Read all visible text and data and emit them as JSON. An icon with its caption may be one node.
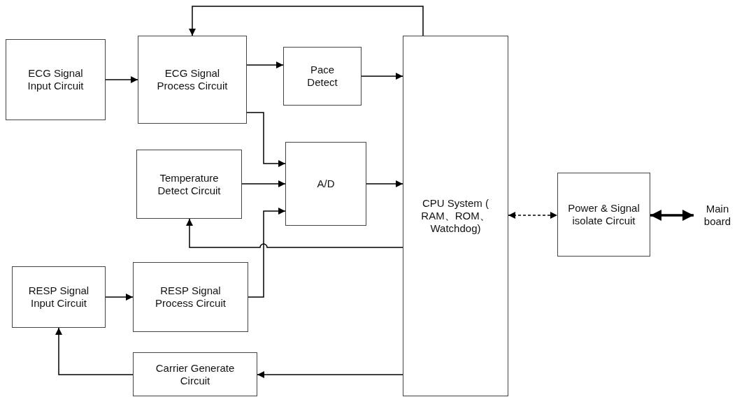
{
  "diagram": {
    "nodes": [
      {
        "text": [
          "ECG Signal Input Circuit"
        ]
      },
      {
        "text": [
          "ECG Signal Process Circuit"
        ]
      },
      {
        "text": [
          "Pace Detect"
        ]
      },
      {
        "text": [
          "A/D"
        ]
      },
      {
        "text": [
          "Temperature Detect Circuit"
        ]
      },
      {
        "text": [
          "CPU System ( RAM、ROM、 Watchdog)"
        ]
      },
      {
        "text": [
          "RESP Signal Input Circuit"
        ]
      },
      {
        "text": [
          "RESP Signal Process Circuit"
        ]
      },
      {
        "text": [
          "Carrier Generate Circuit"
        ]
      },
      {
        "text": [
          "Power & Signal isolate Circuit"
        ]
      },
      {
        "text": [
          "Main board"
        ]
      }
    ],
    "edges": [
      {
        "from": 0,
        "to": 1,
        "arrow": "to"
      },
      {
        "from": 1,
        "to": 2,
        "arrow": "to"
      },
      {
        "from": 2,
        "to": 5,
        "arrow": "to"
      },
      {
        "from": 1,
        "to": 3,
        "arrow": "to"
      },
      {
        "from": 4,
        "to": 3,
        "arrow": "to"
      },
      {
        "from": 7,
        "to": 3,
        "arrow": "to"
      },
      {
        "from": 3,
        "to": 5,
        "arrow": "to"
      },
      {
        "from": 5,
        "to": 1,
        "arrow": "to"
      },
      {
        "from": 5,
        "to": 4,
        "arrow": "to"
      },
      {
        "from": 6,
        "to": 7,
        "arrow": "to"
      },
      {
        "from": 5,
        "to": 8,
        "arrow": "to"
      },
      {
        "from": 8,
        "to": 6,
        "arrow": "to"
      },
      {
        "from": 5,
        "to": 9,
        "arrow": "both",
        "style": "dashed"
      },
      {
        "from": 9,
        "to": 10,
        "arrow": "both",
        "style": "thick"
      }
    ]
  }
}
